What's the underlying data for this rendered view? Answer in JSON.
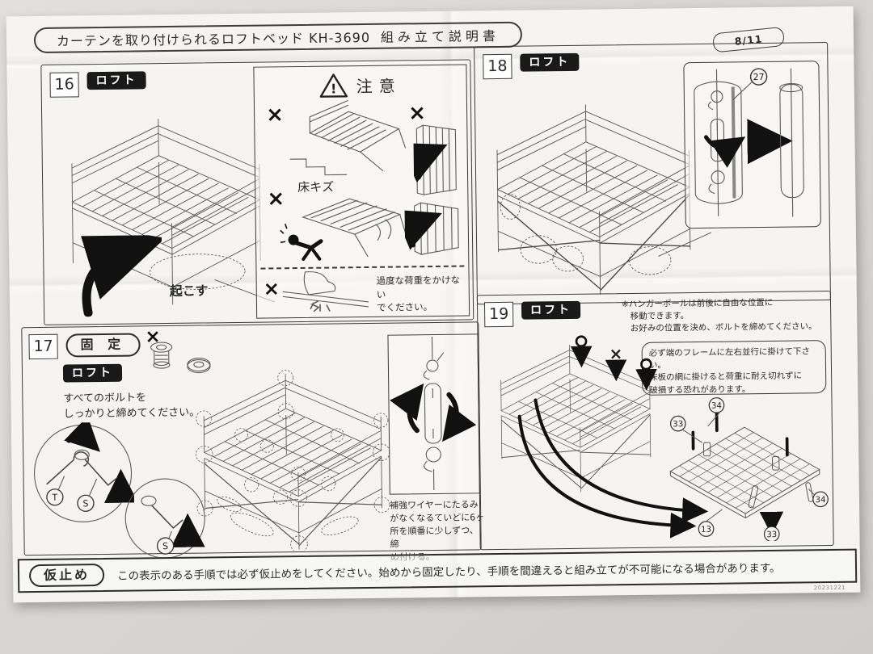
{
  "header": {
    "title_product": "カーテンを取り付けられるロフトベッド KH-3690",
    "title_doc": "組み立て説明書",
    "page": "8/11"
  },
  "step16": {
    "number": "16",
    "badge": "ロフト",
    "raise_label": "起こす"
  },
  "caution": {
    "heading": "注意",
    "warn_mark": "!",
    "cross": "×",
    "floor_scratch": "床キズ",
    "overload_note": "過度な荷重をかけない\nでください。"
  },
  "step17": {
    "number": "17",
    "fix_tag": "固 定",
    "badge": "ロフト",
    "cross": "×",
    "bolt_note": "すべてのボルトを\nしっかりと締めてください。",
    "tool_t": "T",
    "tool_s": "S",
    "wire_note": "補強ワイヤーにたるみ\nがなくなるていどに6ヶ\n所を順番に少しずつ、締\nめ付ける。"
  },
  "step18": {
    "number": "18",
    "badge": "ロフト",
    "part27": "27"
  },
  "step19": {
    "number": "19",
    "badge": "ロフト",
    "cross": "×",
    "pole_note": "※ハンガーポールは前後に自由な位置に\n　移動できます。\n　お好みの位置を決め、ボルトを締めてください。",
    "hang_warning": "必ず端のフレームに左右並行に掛けて下さい。\n床板の網に掛けると荷重に耐え切れずに\n破損する恐れがあります。",
    "part33": "33",
    "part34": "34",
    "part13": "13"
  },
  "footer": {
    "tag": "仮止め",
    "note": "この表示のある手順では必ず仮止めをしてください。始めから固定したり、手順を間違えると組み立てが不可能になる場合があります。",
    "code": "20231221"
  }
}
